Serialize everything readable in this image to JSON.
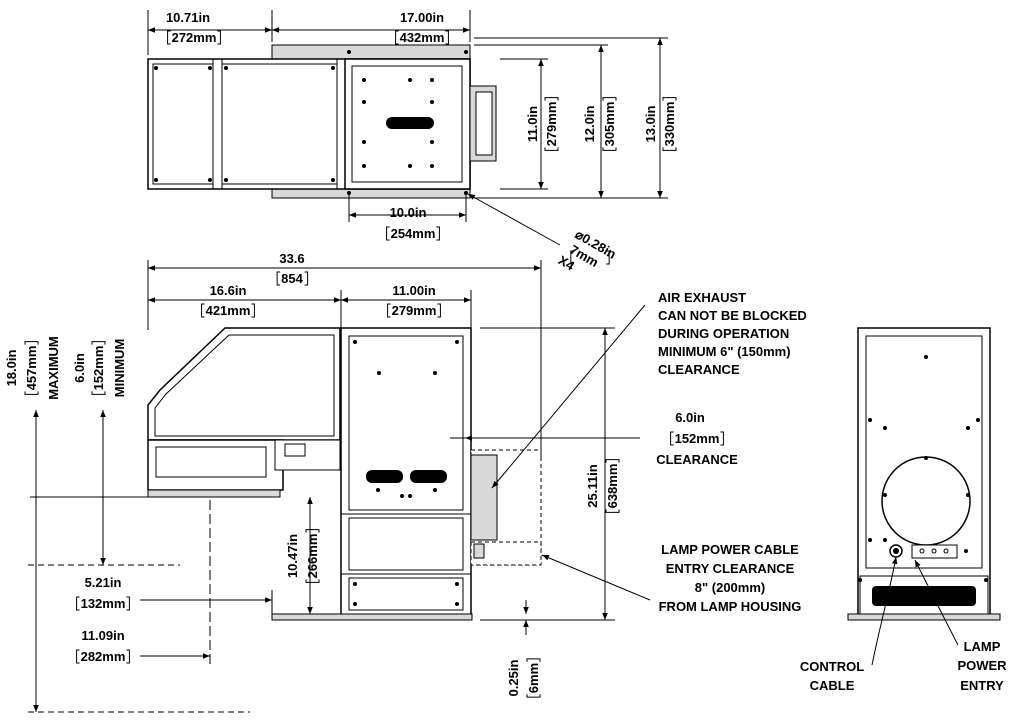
{
  "top_view": {
    "width1": {
      "in": "10.71in",
      "mm": "272mm"
    },
    "width2": {
      "in": "17.00in",
      "mm": "432mm"
    },
    "h11": {
      "in": "11.0in",
      "mm": "279mm"
    },
    "h12": {
      "in": "12.0in",
      "mm": "305mm"
    },
    "h13": {
      "in": "13.0in",
      "mm": "330mm"
    },
    "plate_width": {
      "in": "10.0in",
      "mm": "254mm"
    },
    "hole": {
      "dia": "⌀0.28in",
      "mm": "7mm",
      "qty": "X4"
    }
  },
  "side_view": {
    "overall": {
      "in": "33.6",
      "mm": "854"
    },
    "left_section": {
      "in": "16.6in",
      "mm": "421mm"
    },
    "right_section": {
      "in": "11.00in",
      "mm": "279mm"
    },
    "max_height": {
      "in": "18.0in",
      "mm": "457mm",
      "label": "MAXIMUM"
    },
    "min_height": {
      "in": "6.0in",
      "mm": "152mm",
      "label": "MINIMUM"
    },
    "clearance": {
      "in": "6.0in",
      "mm": "152mm",
      "label": "CLEARANCE"
    },
    "height_1047": {
      "in": "10.47in",
      "mm": "266mm"
    },
    "height_2511": {
      "in": "25.11in",
      "mm": "638mm"
    },
    "dim_521": {
      "in": "5.21in",
      "mm": "132mm"
    },
    "dim_1109": {
      "in": "11.09in",
      "mm": "282mm"
    },
    "dim_025": {
      "in": "0.25in",
      "mm": "6mm"
    }
  },
  "notes": {
    "air_exhaust": [
      "AIR EXHAUST",
      "CAN NOT BE BLOCKED",
      "DURING OPERATION",
      "MINIMUM 6\" (150mm)",
      "CLEARANCE"
    ],
    "lamp_cable": [
      "LAMP POWER CABLE",
      "ENTRY CLEARANCE",
      "8\" (200mm)",
      "FROM LAMP HOUSING"
    ],
    "control_cable": [
      "CONTROL",
      "CABLE"
    ],
    "lamp_power": [
      "LAMP",
      "POWER",
      "ENTRY"
    ]
  }
}
